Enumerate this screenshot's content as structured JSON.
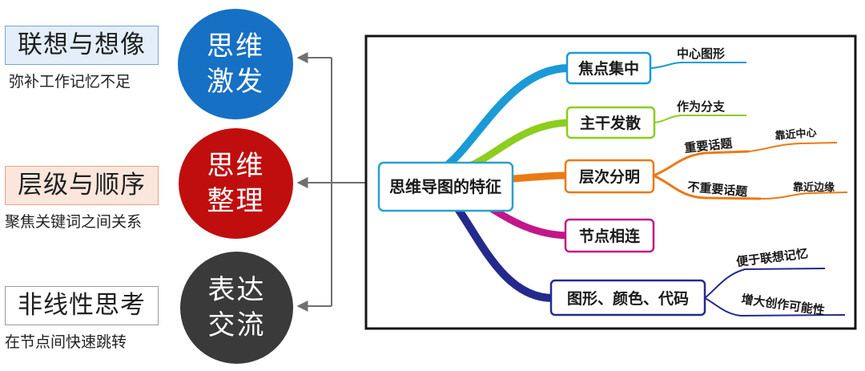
{
  "left_items": [
    {
      "label": "联想与想像",
      "sub": "弥补工作记忆不足",
      "bg": "#e3eef8",
      "border": "#7aa7cf"
    },
    {
      "label": "层级与顺序",
      "sub": "聚焦关键词之间关系",
      "bg": "#fbe6dc",
      "border": "#e7a287"
    },
    {
      "label": "非线性思考",
      "sub": "在节点间快速跳转",
      "bg": "#ffffff",
      "border": "#9a9a9a"
    }
  ],
  "circles": [
    {
      "line1": "思维",
      "line2": "激发",
      "color": "#1670c4"
    },
    {
      "line1": "思维",
      "line2": "整理",
      "color": "#c00e0e"
    },
    {
      "line1": "表达",
      "line2": "交流",
      "color": "#3a3a3a"
    }
  ],
  "mindmap": {
    "center": "思维导图的特征",
    "branches": [
      {
        "label": "焦点集中",
        "color": "#1a9ad6",
        "subs": [
          {
            "label": "中心图形"
          }
        ]
      },
      {
        "label": "主干发散",
        "color": "#8ccd1e",
        "subs": [
          {
            "label": "作为分支"
          }
        ]
      },
      {
        "label": "层次分明",
        "color": "#ea7a14",
        "subs": [
          {
            "label": "重要话题",
            "child": "靠近中心"
          },
          {
            "label": "不重要话题",
            "child": "靠近边缘"
          }
        ]
      },
      {
        "label": "节点相连",
        "color": "#c2178a",
        "subs": []
      },
      {
        "label": "图形、颜色、代码",
        "color": "#242a8c",
        "subs": [
          {
            "label": "便于联想记忆"
          },
          {
            "label": "增大创作可能性"
          }
        ]
      }
    ]
  }
}
